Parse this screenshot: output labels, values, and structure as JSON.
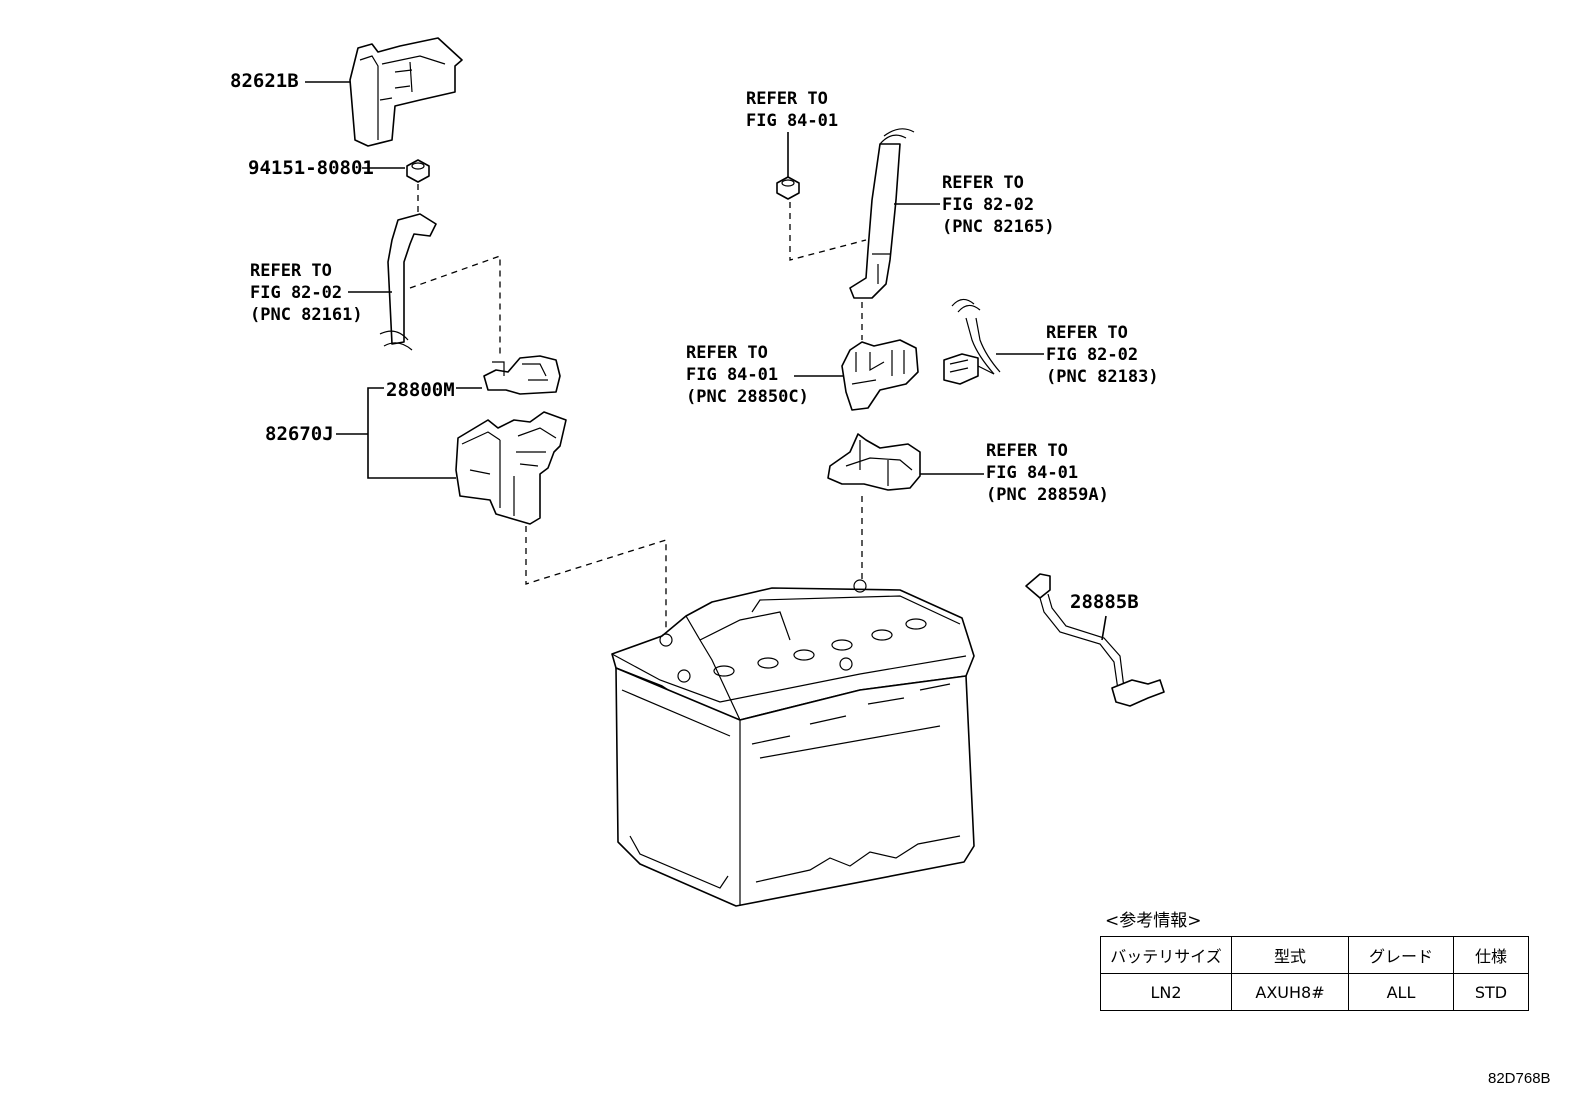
{
  "parts": {
    "p82621B": "82621B",
    "p9415180801": "94151-80801",
    "p28800M": "28800M",
    "p82670J": "82670J",
    "p28885B": "28885B"
  },
  "refs": {
    "r_8202_82161": [
      "REFER TO",
      "FIG 82-02",
      "(PNC 82161)"
    ],
    "r_8401_top": [
      "REFER TO",
      "FIG 84-01"
    ],
    "r_8202_82165": [
      "REFER TO",
      "FIG 82-02",
      "(PNC 82165)"
    ],
    "r_8401_28850C": [
      "REFER TO",
      "FIG 84-01",
      "(PNC 28850C)"
    ],
    "r_8202_82183": [
      "REFER TO",
      "FIG 82-02",
      "(PNC 82183)"
    ],
    "r_8401_28859A": [
      "REFER TO",
      "FIG 84-01",
      "(PNC 28859A)"
    ]
  },
  "reference_table": {
    "title": "<参考情報>",
    "headers": [
      "バッテリサイズ",
      "型式",
      "グレード",
      "仕様"
    ],
    "row": [
      "LN2",
      "AXUH8#",
      "ALL",
      "STD"
    ]
  },
  "figure_code": "82D768B"
}
